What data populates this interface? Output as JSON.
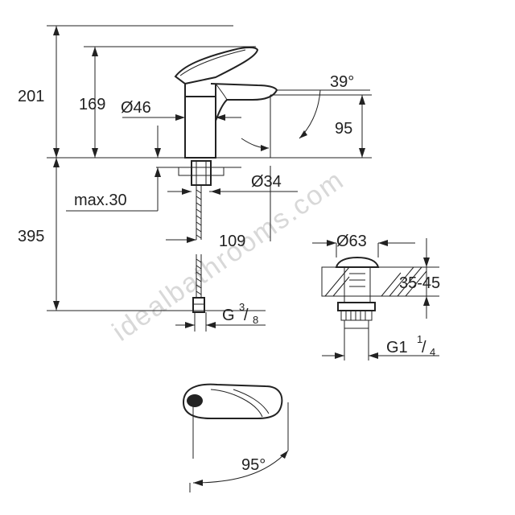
{
  "watermark": "idealbathrooms.com",
  "dimensions": {
    "height_total": "201",
    "height_spout": "169",
    "body_diameter": "Ø46",
    "handle_angle": "39°",
    "spout_height": "95",
    "hole_diameter": "Ø34",
    "max_thickness": "max.30",
    "hose_length": "395",
    "reach": "109",
    "hose_thread_main": "G",
    "hose_thread_sup": "3",
    "hose_thread_sub": "8",
    "waste_diameter": "Ø63",
    "basin_thickness": "35-45",
    "waste_thread_main": "G1",
    "waste_thread_sup": "1",
    "waste_thread_sub": "4",
    "rotation_angle": "95°"
  }
}
